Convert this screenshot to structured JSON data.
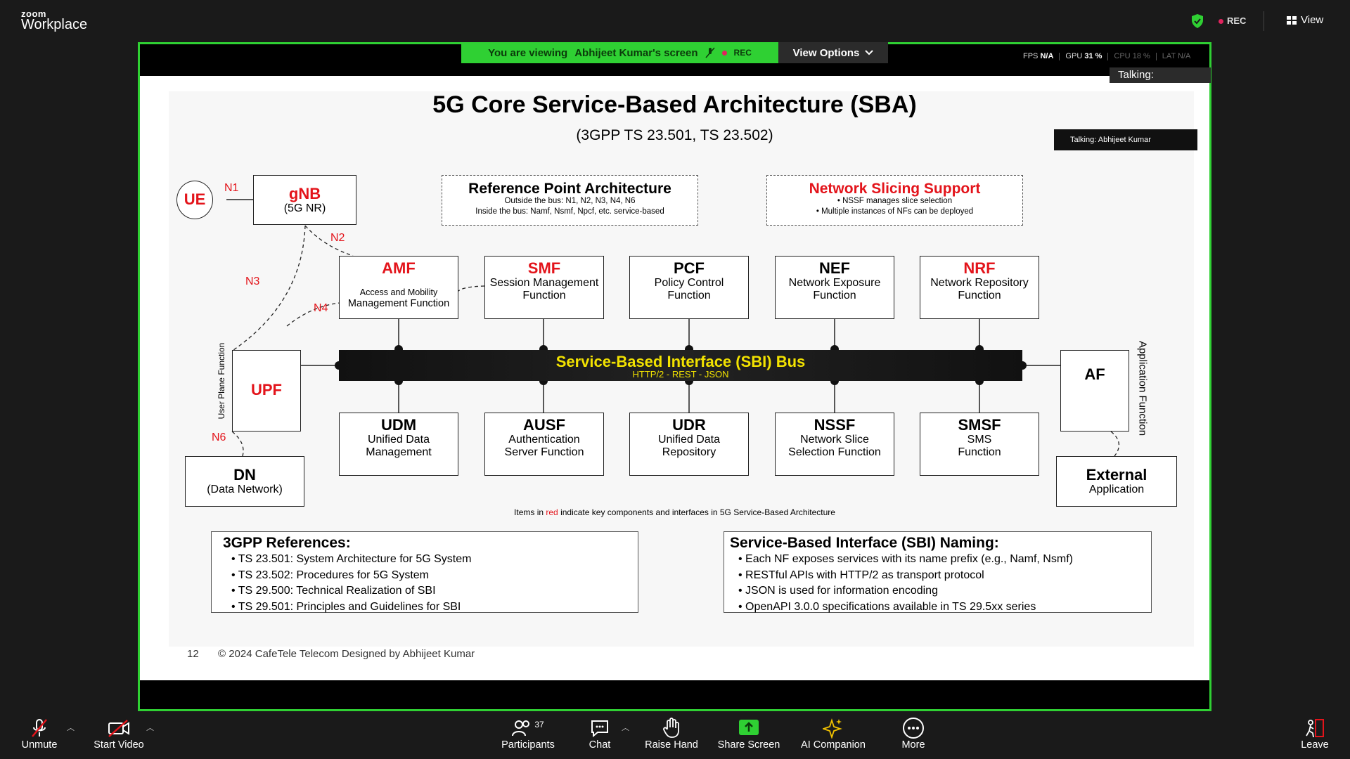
{
  "app": {
    "brand_small": "zoom",
    "brand_big": "Workplace",
    "rec": "REC",
    "view": "View"
  },
  "share": {
    "viewing_prefix": "You are viewing",
    "viewing_name": "Abhijeet Kumar's screen",
    "rec": "REC",
    "view_options": "View Options",
    "talking_top": "Talking:",
    "talking_overlay": "Talking: Abhijeet Kumar"
  },
  "stats": {
    "fps_label": "FPS",
    "fps_value": "N/A",
    "gpu_label": "GPU",
    "gpu_value": "31 %",
    "cpu_label": "CPU",
    "cpu_value": "18 %",
    "lat_label": "LAT",
    "lat_value": "N/A"
  },
  "slide": {
    "title": "5G Core Service-Based Architecture (SBA)",
    "subtitle": "(3GPP TS 23.501, TS 23.502)",
    "ue": "UE",
    "gnb_name": "gNB",
    "gnb_desc": "(5G NR)",
    "links": {
      "n1": "N1",
      "n2": "N2",
      "n3": "N3",
      "n4": "N4",
      "n6": "N6"
    },
    "ref_point": {
      "title": "Reference Point Architecture",
      "line1": "Outside the bus: N1, N2, N3, N4, N6",
      "line2": "Inside the bus: Namf, Nsmf, Npcf, etc. service-based"
    },
    "slicing": {
      "title": "Network Slicing Support",
      "line1": "• NSSF manages slice selection",
      "line2": "• Multiple instances of NFs can be deployed"
    },
    "top_nfs": [
      {
        "name": "AMF",
        "desc1": "Access and Mobility",
        "desc2": "Management Function"
      },
      {
        "name": "SMF",
        "desc1": "Session Management",
        "desc2": "Function"
      },
      {
        "name": "PCF",
        "desc1": "Policy Control",
        "desc2": "Function"
      },
      {
        "name": "NEF",
        "desc1": "Network Exposure",
        "desc2": "Function"
      },
      {
        "name": "NRF",
        "desc1": "Network Repository",
        "desc2": "Function"
      }
    ],
    "bottom_nfs": [
      {
        "name": "UDM",
        "desc1": "Unified Data",
        "desc2": "Management"
      },
      {
        "name": "AUSF",
        "desc1": "Authentication",
        "desc2": "Server Function"
      },
      {
        "name": "UDR",
        "desc1": "Unified Data",
        "desc2": "Repository"
      },
      {
        "name": "NSSF",
        "desc1": "Network Slice",
        "desc2": "Selection Function"
      },
      {
        "name": "SMSF",
        "desc1": "SMS",
        "desc2": "Function"
      }
    ],
    "bus": {
      "title": "Service-Based Interface (SBI) Bus",
      "sub": "HTTP/2 - REST - JSON"
    },
    "upf": "UPF",
    "upf_side": "User Plane Function",
    "af": "AF",
    "af_side": "Application Function",
    "dn_name": "DN",
    "dn_desc": "(Data Network)",
    "ext_name": "External",
    "ext_desc": "Application",
    "note_prefix": "Items in",
    "note_red": "red",
    "note_suffix": "indicate key components and interfaces in 5G Service-Based Architecture",
    "refs": {
      "title": "3GPP References:",
      "items": [
        "• TS 23.501: System Architecture for 5G System",
        "• TS 23.502: Procedures for 5G System",
        "• TS 29.500: Technical Realization of SBI",
        "• TS 29.501: Principles and Guidelines for SBI"
      ]
    },
    "naming": {
      "title": "Service-Based Interface (SBI) Naming:",
      "items": [
        "• Each NF exposes services with its name prefix (e.g., Namf, Nsmf)",
        "• RESTful APIs with HTTP/2 as transport protocol",
        "• JSON is used for information encoding",
        "• OpenAPI 3.0.0 specifications available in TS 29.5xx series"
      ]
    },
    "page_number": "12",
    "footer": "© 2024 CafeTele Telecom Designed by Abhijeet Kumar"
  },
  "toolbar": {
    "unmute": "Unmute",
    "start_video": "Start Video",
    "participants": "Participants",
    "participants_count": "37",
    "chat": "Chat",
    "raise_hand": "Raise Hand",
    "share_screen": "Share Screen",
    "ai_companion": "AI Companion",
    "more": "More",
    "leave": "Leave"
  },
  "colors": {
    "accent_green": "#2fd033",
    "red": "#e3141b",
    "bus_text": "#f2e200",
    "rec_dot": "#e0245e"
  }
}
